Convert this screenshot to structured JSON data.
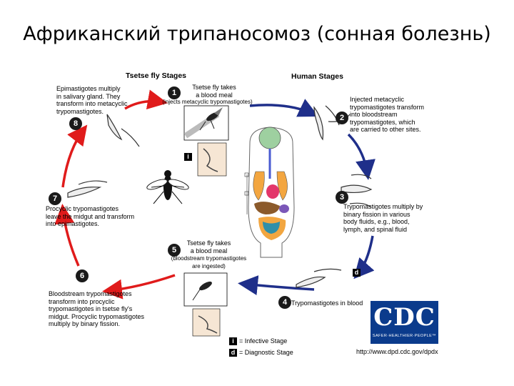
{
  "title": "Африканский трипаносомоз (сонная болезнь)",
  "headers": {
    "tsetse": "Tsetse fly Stages",
    "human": "Human Stages"
  },
  "stages": {
    "s1": {
      "num": "1",
      "text": "Tsetse fly takes\na blood meal",
      "note": "(injects metacyclic trypomastigotes)"
    },
    "s2": {
      "num": "2",
      "text": "Injected metacyclic\ntrypomastigotes transform\ninto bloodstream\ntrypomastigotes, which\nare carried to other sites."
    },
    "s3": {
      "num": "3",
      "text": "Trypomastigotes multiply by\nbinary fission in various\nbody fluids, e.g., blood,\nlymph, and spinal fluid"
    },
    "s4": {
      "num": "4",
      "text": "Trypomastigotes in blood"
    },
    "s5": {
      "num": "5",
      "text": "Tsetse fly takes\na blood meal",
      "note": "(bloodstream trypomastigotes\nare ingested)"
    },
    "s6": {
      "num": "6",
      "text": "Bloodstream trypomastigotes\ntransform into procyclic\ntrypomastigotes in tsetse fly's\nmidgut. Procyclic trypomastigotes\nmultiply by binary fission."
    },
    "s7": {
      "num": "7",
      "text": "Procyclic trypomastigotes\nleave the midgut and transform\ninto epimastigotes."
    },
    "s8": {
      "num": "8",
      "text": "Epimastigotes multiply\nin salivary gland. They\ntransform into metacyclic\ntrypomastigotes."
    }
  },
  "legend": {
    "infective_symbol": "i",
    "infective_label": "= Infective Stage",
    "diagnostic_symbol": "d",
    "diagnostic_label": "= Diagnostic Stage"
  },
  "logo": {
    "text": "CDC",
    "tagline": "SAFER·HEALTHIER·PEOPLE™"
  },
  "source_url": "http://www.dpd.cdc.gov/dpdx",
  "colors": {
    "tsetse_arrows": "#e01b1b",
    "human_arrows": "#1f2f8a",
    "logo_bg": "#0b3b8c"
  }
}
